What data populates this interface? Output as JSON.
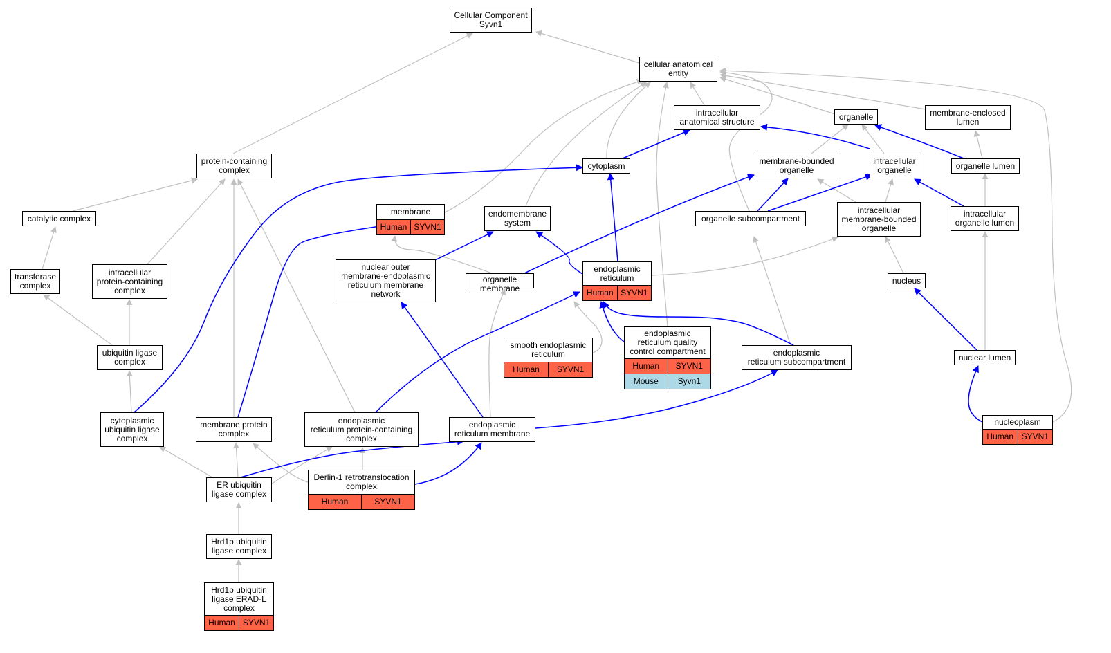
{
  "colors": {
    "human": "#ff6347",
    "mouse": "#add8e6",
    "edge_gray": "#c0c0c0",
    "edge_blue": "#0000ff"
  },
  "nodes": [
    {
      "id": "root",
      "label": "Cellular Component\nSyvn1"
    },
    {
      "id": "cae",
      "label": "cellular anatomical\nentity"
    },
    {
      "id": "ias",
      "label": "intracellular\nanatomical structure"
    },
    {
      "id": "organelle",
      "label": "organelle"
    },
    {
      "id": "mel",
      "label": "membrane-enclosed\nlumen"
    },
    {
      "id": "pcc",
      "label": "protein-containing\ncomplex"
    },
    {
      "id": "cyto",
      "label": "cytoplasm"
    },
    {
      "id": "mbo",
      "label": "membrane-bounded\norganelle"
    },
    {
      "id": "io",
      "label": "intracellular\norganelle"
    },
    {
      "id": "olumen",
      "label": "organelle lumen"
    },
    {
      "id": "catc",
      "label": "catalytic complex"
    },
    {
      "id": "membrane",
      "label": "membrane",
      "tags": [
        {
          "org": "Human",
          "gene": "SYVN1"
        }
      ]
    },
    {
      "id": "endosys",
      "label": "endomembrane\nsystem"
    },
    {
      "id": "osub",
      "label": "organelle subcompartment"
    },
    {
      "id": "imbo",
      "label": "intracellular\nmembrane-bounded\norganelle"
    },
    {
      "id": "iol",
      "label": "intracellular\norganelle lumen"
    },
    {
      "id": "transf",
      "label": "transferase\ncomplex"
    },
    {
      "id": "ipcc",
      "label": "intracellular\nprotein-containing\ncomplex"
    },
    {
      "id": "nomer",
      "label": "nuclear outer\nmembrane-endoplasmic\nreticulum membrane\nnetwork"
    },
    {
      "id": "omem",
      "label": "organelle membrane"
    },
    {
      "id": "er",
      "label": "endoplasmic\nreticulum",
      "tags": [
        {
          "org": "Human",
          "gene": "SYVN1"
        }
      ]
    },
    {
      "id": "nucleus",
      "label": "nucleus"
    },
    {
      "id": "ubl",
      "label": "ubiquitin ligase\ncomplex"
    },
    {
      "id": "ser",
      "label": "smooth endoplasmic\nreticulum",
      "tags": [
        {
          "org": "Human",
          "gene": "SYVN1"
        }
      ]
    },
    {
      "id": "erqc",
      "label": "endoplasmic\nreticulum quality\ncontrol compartment",
      "tags": [
        {
          "org": "Human",
          "gene": "SYVN1"
        },
        {
          "org": "Mouse",
          "gene": "Syvn1"
        }
      ]
    },
    {
      "id": "ersub",
      "label": "endoplasmic\nreticulum subcompartment"
    },
    {
      "id": "nlumen",
      "label": "nuclear lumen"
    },
    {
      "id": "cubl",
      "label": "cytoplasmic\nubiquitin ligase\ncomplex"
    },
    {
      "id": "mpc",
      "label": "membrane protein\ncomplex"
    },
    {
      "id": "erpcc",
      "label": "endoplasmic\nreticulum protein-containing\ncomplex"
    },
    {
      "id": "erm",
      "label": "endoplasmic\nreticulum membrane"
    },
    {
      "id": "nucleoplasm",
      "label": "nucleoplasm",
      "tags": [
        {
          "org": "Human",
          "gene": "SYVN1"
        }
      ]
    },
    {
      "id": "erubl",
      "label": "ER ubiquitin\nligase complex"
    },
    {
      "id": "derlin",
      "label": "Derlin-1 retrotranslocation\ncomplex",
      "tags": [
        {
          "org": "Human",
          "gene": "SYVN1"
        }
      ]
    },
    {
      "id": "hrd1",
      "label": "Hrd1p ubiquitin\nligase complex"
    },
    {
      "id": "hrd1erad",
      "label": "Hrd1p ubiquitin\nligase ERAD-L\ncomplex",
      "tags": [
        {
          "org": "Human",
          "gene": "SYVN1"
        }
      ]
    }
  ],
  "edges": [
    {
      "from": "cae",
      "to": "root",
      "kind": "gray"
    },
    {
      "from": "pcc",
      "to": "root",
      "kind": "gray"
    },
    {
      "from": "ias",
      "to": "cae",
      "kind": "gray"
    },
    {
      "from": "organelle",
      "to": "cae",
      "kind": "gray"
    },
    {
      "from": "mel",
      "to": "cae",
      "kind": "gray"
    },
    {
      "from": "cyto",
      "to": "cae",
      "kind": "gray"
    },
    {
      "from": "membrane",
      "to": "cae",
      "kind": "gray"
    },
    {
      "from": "endosys",
      "to": "cae",
      "kind": "gray"
    },
    {
      "from": "osub",
      "to": "cae",
      "kind": "gray"
    },
    {
      "from": "erqc",
      "to": "cae",
      "kind": "gray"
    },
    {
      "from": "nucleoplasm",
      "to": "cae",
      "kind": "gray"
    },
    {
      "from": "cyto",
      "to": "ias",
      "kind": "blue"
    },
    {
      "from": "io",
      "to": "ias",
      "kind": "blue"
    },
    {
      "from": "mbo",
      "to": "organelle",
      "kind": "gray"
    },
    {
      "from": "io",
      "to": "organelle",
      "kind": "gray"
    },
    {
      "from": "olumen",
      "to": "organelle",
      "kind": "blue"
    },
    {
      "from": "olumen",
      "to": "mel",
      "kind": "gray"
    },
    {
      "from": "iol",
      "to": "olumen",
      "kind": "gray"
    },
    {
      "from": "catc",
      "to": "pcc",
      "kind": "gray"
    },
    {
      "from": "ipcc",
      "to": "pcc",
      "kind": "gray"
    },
    {
      "from": "mpc",
      "to": "pcc",
      "kind": "gray"
    },
    {
      "from": "erpcc",
      "to": "pcc",
      "kind": "gray"
    },
    {
      "from": "cubl",
      "to": "cyto",
      "kind": "blue"
    },
    {
      "from": "er",
      "to": "cyto",
      "kind": "blue"
    },
    {
      "from": "omem",
      "to": "mbo",
      "kind": "blue"
    },
    {
      "from": "osub",
      "to": "mbo",
      "kind": "blue"
    },
    {
      "from": "imbo",
      "to": "mbo",
      "kind": "gray"
    },
    {
      "from": "osub",
      "to": "io",
      "kind": "blue"
    },
    {
      "from": "imbo",
      "to": "io",
      "kind": "gray"
    },
    {
      "from": "iol",
      "to": "io",
      "kind": "blue"
    },
    {
      "from": "transf",
      "to": "catc",
      "kind": "gray"
    },
    {
      "from": "mpc",
      "to": "membrane",
      "kind": "blue"
    },
    {
      "from": "omem",
      "to": "membrane",
      "kind": "gray"
    },
    {
      "from": "nomer",
      "to": "endosys",
      "kind": "blue"
    },
    {
      "from": "er",
      "to": "endosys",
      "kind": "blue"
    },
    {
      "from": "ersub",
      "to": "osub",
      "kind": "gray"
    },
    {
      "from": "er",
      "to": "imbo",
      "kind": "gray"
    },
    {
      "from": "nucleus",
      "to": "imbo",
      "kind": "gray"
    },
    {
      "from": "nlumen",
      "to": "iol",
      "kind": "gray"
    },
    {
      "from": "ubl",
      "to": "transf",
      "kind": "gray"
    },
    {
      "from": "ubl",
      "to": "ipcc",
      "kind": "gray"
    },
    {
      "from": "erm",
      "to": "nomer",
      "kind": "blue"
    },
    {
      "from": "erm",
      "to": "omem",
      "kind": "gray"
    },
    {
      "from": "erpcc",
      "to": "er",
      "kind": "blue"
    },
    {
      "from": "ser",
      "to": "er",
      "kind": "gray"
    },
    {
      "from": "erqc",
      "to": "er",
      "kind": "blue"
    },
    {
      "from": "ersub",
      "to": "er",
      "kind": "blue"
    },
    {
      "from": "nlumen",
      "to": "nucleus",
      "kind": "blue"
    },
    {
      "from": "cubl",
      "to": "ubl",
      "kind": "gray"
    },
    {
      "from": "erm",
      "to": "ersub",
      "kind": "blue"
    },
    {
      "from": "nucleoplasm",
      "to": "nlumen",
      "kind": "blue"
    },
    {
      "from": "erubl",
      "to": "cubl",
      "kind": "gray"
    },
    {
      "from": "erubl",
      "to": "mpc",
      "kind": "gray"
    },
    {
      "from": "derlin",
      "to": "mpc",
      "kind": "gray"
    },
    {
      "from": "erubl",
      "to": "erpcc",
      "kind": "gray"
    },
    {
      "from": "derlin",
      "to": "erpcc",
      "kind": "gray"
    },
    {
      "from": "erubl",
      "to": "erm",
      "kind": "blue"
    },
    {
      "from": "derlin",
      "to": "erm",
      "kind": "blue"
    },
    {
      "from": "hrd1",
      "to": "erubl",
      "kind": "gray"
    },
    {
      "from": "hrd1erad",
      "to": "hrd1",
      "kind": "gray"
    }
  ]
}
